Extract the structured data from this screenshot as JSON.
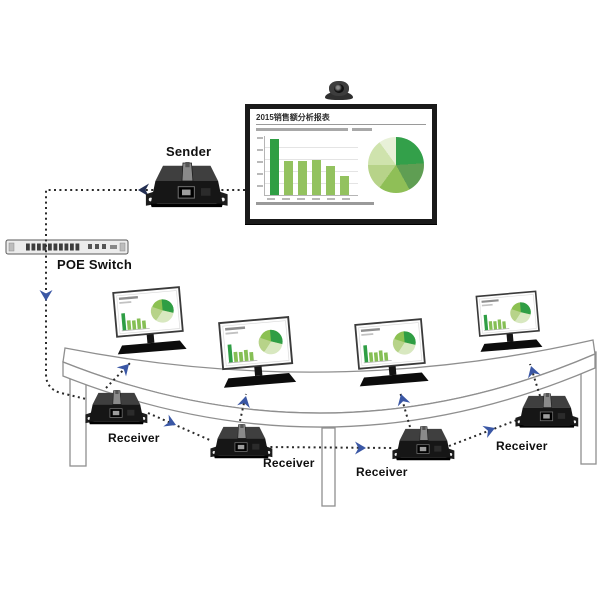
{
  "diagram_type": "HDMI over IP distribution system",
  "colors": {
    "background": "#ffffff",
    "dotted_line": "#2b2b2b",
    "arrow_blue": "#3a57a5",
    "arrow_dark": "#232f52",
    "device_body": "#161616",
    "table_outline": "#8f8f8f",
    "slide_green_dark": "#2f9e44",
    "slide_green_light": "#93c25f"
  },
  "labels": {
    "sender": "Sender",
    "poe_switch": "POE Switch"
  },
  "receivers": [
    {
      "label": "Receiver"
    },
    {
      "label": "Receiver"
    },
    {
      "label": "Receiver"
    },
    {
      "label": "Receiver"
    }
  ],
  "table_monitor_count": 4,
  "display": {
    "slide_title": "2015销售额分析报表"
  },
  "chart_data": [
    {
      "type": "bar",
      "title": "2015销售额分析报表",
      "values_pct_of_max": [
        100,
        61,
        60,
        63,
        52,
        34
      ],
      "bar_colors": [
        "#2f9e44",
        "#93c25f",
        "#93c25f",
        "#93c25f",
        "#93c25f",
        "#93c25f"
      ],
      "grid": true,
      "legend": "none"
    },
    {
      "type": "pie",
      "values": [
        24,
        18,
        18,
        15,
        15,
        10
      ],
      "slice_colors": [
        "#33a04a",
        "#5f9e53",
        "#8fbf57",
        "#b7d389",
        "#cfe3ad",
        "#e8f1d8"
      ],
      "legend": "none"
    }
  ]
}
